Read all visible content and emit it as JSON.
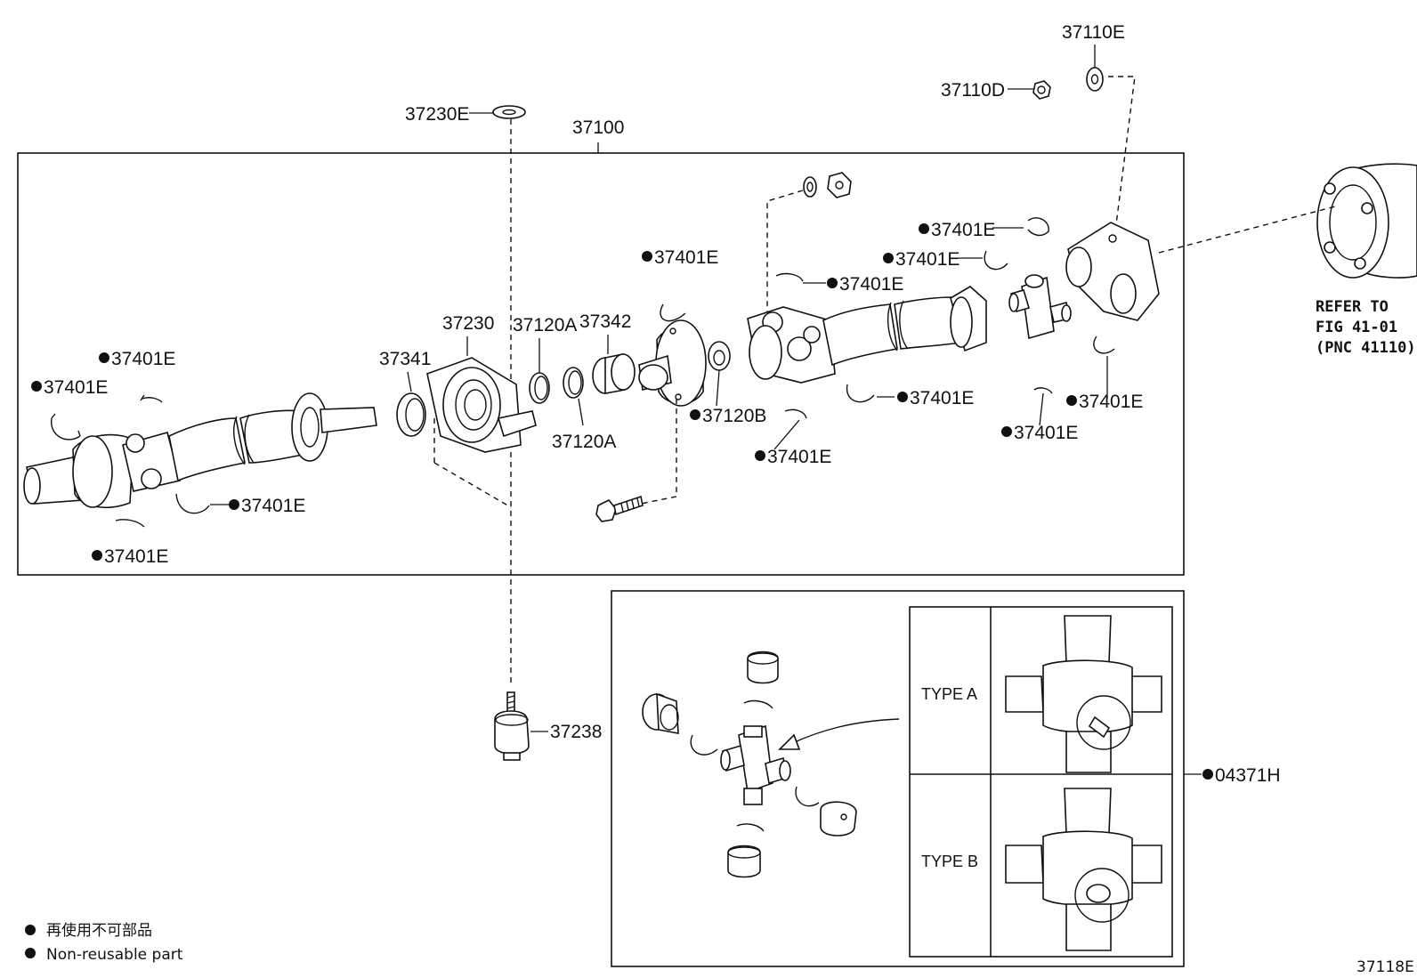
{
  "parts": {
    "p37110E": "37110E",
    "p37110D": "37110D",
    "p37230E": "37230E",
    "p37100": "37100",
    "p37230": "37230",
    "p37341": "37341",
    "p37120A_top": "37120A",
    "p37342": "37342",
    "p37120A_bottom": "37120A",
    "p37120B": "37120B",
    "p37238": "37238",
    "p04371H": "04371H",
    "clip_labels": [
      "37401E",
      "37401E",
      "37401E",
      "37401E",
      "37401E",
      "37401E",
      "37401E",
      "37401E",
      "37401E",
      "37401E",
      "37401E",
      "37401E"
    ]
  },
  "refer": {
    "line1": "REFER TO",
    "line2": "FIG 41-01",
    "line3": "(PNC 41110)"
  },
  "inset": {
    "type_a": "TYPE A",
    "type_b": "TYPE B"
  },
  "legend": {
    "line_ja": "再使用不可部品",
    "line_en": "Non-reusable part"
  },
  "figure_code": "37118E"
}
